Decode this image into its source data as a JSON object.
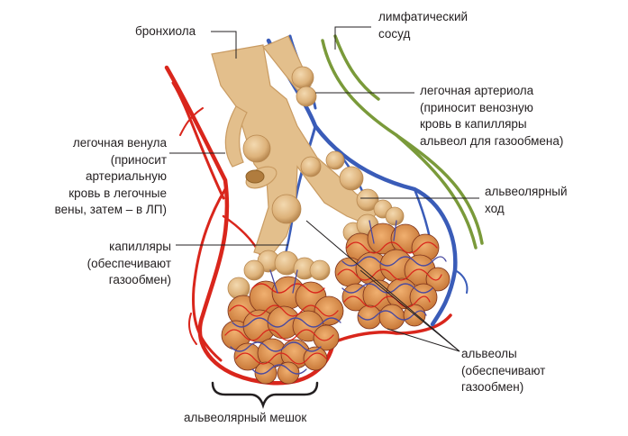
{
  "labels": {
    "bronchiole": "бронхиола",
    "lymphatic": "лимфатический\nсосуд",
    "arteriole": "легочная артериола\n(приносит венозную\nкровь в капилляры\nальвеол для газообмена)",
    "venule": "легочная венула\n(приносит\nартериальную\nкровь в легочные\nвены, затем – в ЛП)",
    "alveolar_duct": "альвеолярный\nход",
    "capillaries": "капилляры\n(обеспечивают\nгазообмен)",
    "alveoli": "альвеолы\n(обеспечивают\nгазообмен)",
    "alveolar_sac": "альвеолярный мешок"
  },
  "colors": {
    "bronchiole": "#e3bf8c",
    "bronchiole_dark": "#c99b62",
    "vein_red": "#d9261c",
    "artery_blue": "#3a5cb8",
    "lymph_green": "#7a9a3a",
    "leader_line": "#231f20"
  }
}
